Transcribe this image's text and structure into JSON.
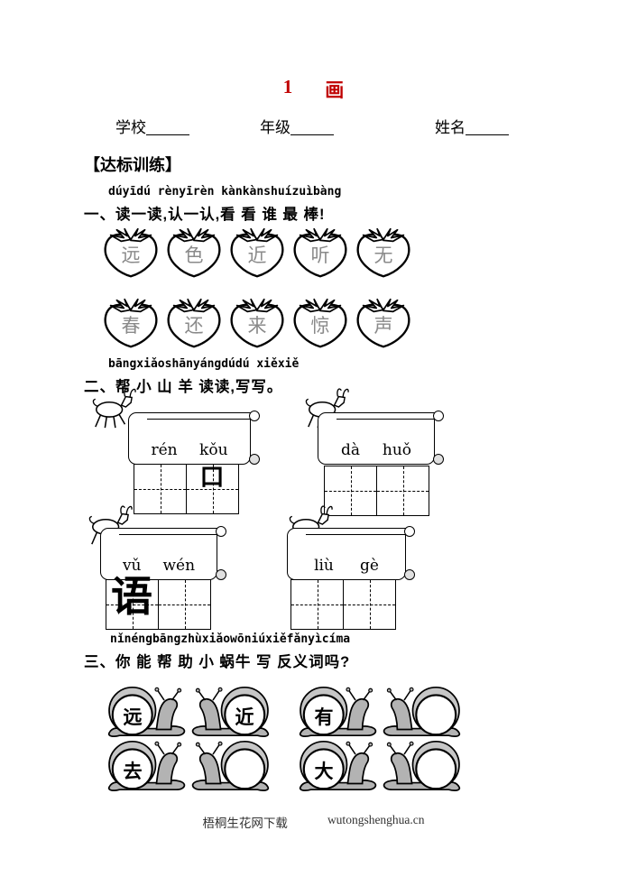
{
  "doc": {
    "title": {
      "num": "1",
      "char": "画"
    },
    "info": {
      "school": "学校",
      "grade": "年级",
      "name": "姓名"
    },
    "banner": "【达标训练】",
    "s1": {
      "pinyin": "dúyīdú rènyīrèn kànkànshuízuìbàng",
      "heading": "一、读一读,认一认,看 看 谁 最 棒!",
      "row1": [
        "远",
        "色",
        "近",
        "听",
        "无"
      ],
      "row2": [
        "春",
        "还",
        "来",
        "惊",
        "声"
      ]
    },
    "s2": {
      "pinyin": "bāngxiǎoshānyángdúdú xiěxiě",
      "heading": "二、帮 小 山 羊 读读,写写。",
      "scrolls": [
        {
          "p1": "rén",
          "p2": "kǒu",
          "written": "口"
        },
        {
          "p1": "dà",
          "p2": "huǒ",
          "written": ""
        },
        {
          "p1": "vǔ",
          "p2": "wén",
          "written": "语"
        },
        {
          "p1": "liù",
          "p2": "gè",
          "written": ""
        }
      ]
    },
    "s3": {
      "pinyin": "nǐnéngbāngzhùxiǎowōniúxiěfǎnyìcíma",
      "heading": "三、你 能 帮 助 小 蜗牛 写 反义词吗?",
      "pairs": [
        {
          "left": "远",
          "right": "近"
        },
        {
          "left": "有",
          "right": ""
        },
        {
          "left": "去",
          "right": ""
        },
        {
          "left": "大",
          "right": ""
        }
      ]
    },
    "footer": {
      "name": "梧桐生花网下载",
      "url": "wutongshenghua.cn"
    },
    "colors": {
      "title_red": "#c00000",
      "snail_gray": "#b3b3b3",
      "strawberry_char_gray": "#8a8a8a"
    }
  }
}
